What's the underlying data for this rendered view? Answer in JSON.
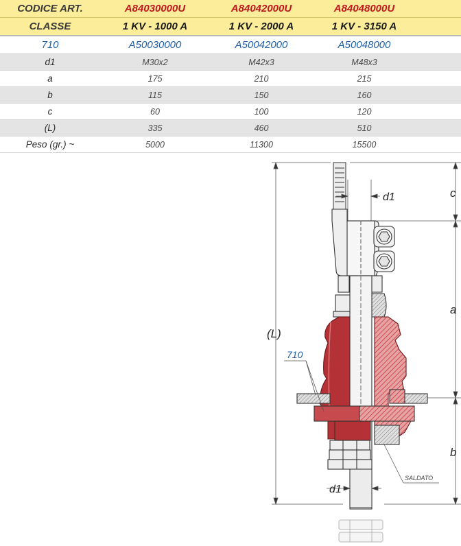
{
  "table": {
    "header_row1": [
      "CODICE ART.",
      "A84030000U",
      "A84042000U",
      "A84048000U"
    ],
    "header_row2": [
      "CLASSE",
      "1 KV - 1000 A",
      "1 KV - 2000 A",
      "1 KV - 3150 A"
    ],
    "code_row": [
      "710",
      "A50030000",
      "A50042000",
      "A50048000"
    ],
    "rows": [
      {
        "label": "d1",
        "values": [
          "M30x2",
          "M42x3",
          "M48x3"
        ]
      },
      {
        "label": "a",
        "values": [
          "175",
          "210",
          "215"
        ]
      },
      {
        "label": "b",
        "values": [
          "115",
          "150",
          "160"
        ]
      },
      {
        "label": "c",
        "values": [
          "60",
          "100",
          "120"
        ]
      },
      {
        "label": "(L)",
        "values": [
          "335",
          "460",
          "510"
        ]
      },
      {
        "label": "Peso (gr.) ~",
        "values": [
          "5000",
          "11300",
          "15500"
        ]
      }
    ]
  },
  "drawing": {
    "dim_c": "c",
    "dim_a": "a",
    "dim_b": "b",
    "dim_L": "(L)",
    "dim_d1_top": "d1",
    "dim_d1_bottom": "d1",
    "part_ref": "710",
    "note_weld": "SALDATO",
    "colors": {
      "insulator": "#b43236",
      "hatch": "#c9252b",
      "outline": "#333333",
      "steel": "#e9e9e9",
      "ref_blue": "#1f5fa8"
    }
  }
}
